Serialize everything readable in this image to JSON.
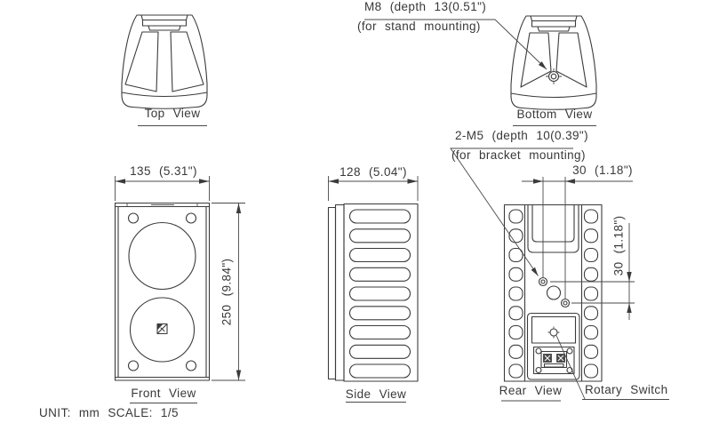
{
  "drawing": {
    "unit_scale": "UNIT: mm SCALE: 1/5",
    "views": {
      "top": "Top View",
      "bottom": "Bottom View",
      "front": "Front View",
      "side": "Side View",
      "rear": "Rear View"
    },
    "callouts": {
      "m8_line1": "M8 (depth 13(0.51\")",
      "m8_line2": "(for stand mounting)",
      "m5_line1": "2-M5 (depth 10(0.39\")",
      "m5_line2": "(for bracket mounting)",
      "rotary_switch": "Rotary Switch"
    },
    "dimensions": {
      "front_width": "135 (5.31\")",
      "front_height": "250 (9.84\")",
      "side_depth": "128 (5.04\")",
      "rear_holes_horizontal": "30 (1.18\")",
      "rear_holes_vertical": "30 (1.18\")"
    },
    "colors": {
      "line": "#3b3b3b",
      "background": "#ffffff"
    }
  }
}
